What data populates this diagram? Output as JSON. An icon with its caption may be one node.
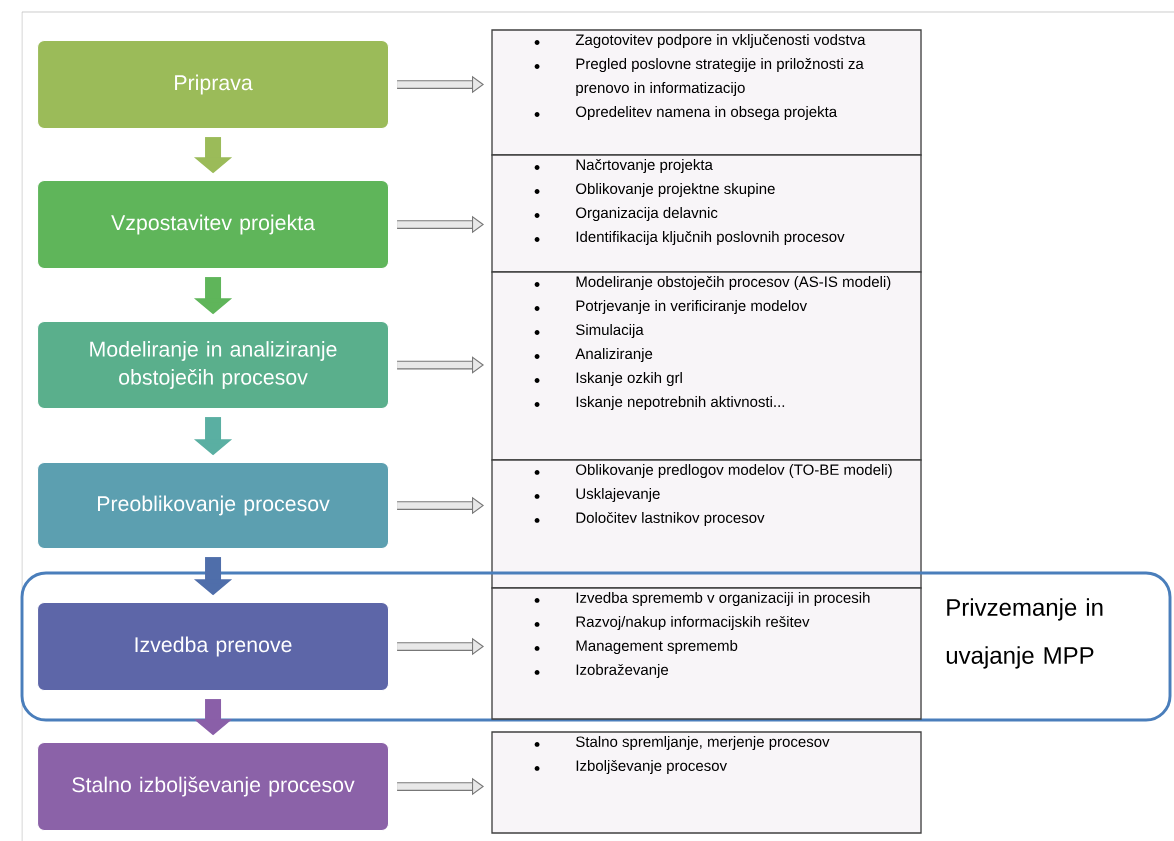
{
  "diagram": {
    "nodes": [
      {
        "text": [
          "Priprava"
        ]
      },
      {
        "text": [
          "Zagotovitev podpore in vključenosti vodstva",
          "Pregled poslovne strategije in priložnosti za prenovo in informatizacijo",
          "Opredelitev namena in obsega projekta"
        ]
      },
      {
        "text": [
          "Vzpostavitev projekta"
        ]
      },
      {
        "text": [
          "Načrtovanje projekta",
          "Oblikovanje projektne skupine",
          "Organizacija delavnic",
          "Identifikacija ključnih poslovnih procesov"
        ]
      },
      {
        "text": [
          "Modeliranje in analiziranje obstoječih procesov"
        ]
      },
      {
        "text": [
          "Modeliranje obstoječih procesov (AS-IS modeli)",
          "Potrjevanje in verificiranje modelov",
          "Simulacija",
          "Analiziranje",
          "Iskanje ozkih grl",
          "Iskanje nepotrebnih aktivnosti..."
        ]
      },
      {
        "text": [
          "Preoblikovanje procesov"
        ]
      },
      {
        "text": [
          "Oblikovanje predlogov modelov (TO-BE modeli)",
          "Usklajevanje",
          "Določitev lastnikov procesov"
        ]
      },
      {
        "text": [
          "Privzemanje in uvajanje MPP"
        ]
      },
      {
        "text": [
          "Izvedba prenove"
        ],
        "in": 8
      },
      {
        "text": [
          "Izvedba sprememb v organizaciji in procesih",
          "Razvoj/nakup informacijskih rešitev",
          "Management sprememb",
          "Izobraževanje"
        ],
        "in": 8
      },
      {
        "text": [
          "Stalno izboljševanje procesov"
        ]
      },
      {
        "text": [
          "Stalno spremljanje, merjenje procesov",
          "Izboljševanje procesov"
        ]
      }
    ],
    "edges": [
      {
        "from": 0,
        "to": 1,
        "arrow": "to"
      },
      {
        "from": 0,
        "to": 2,
        "arrow": "to",
        "style": "thick",
        "color": "#9bbb59"
      },
      {
        "from": 2,
        "to": 3,
        "arrow": "to"
      },
      {
        "from": 2,
        "to": 4,
        "arrow": "to",
        "style": "thick",
        "color": "#5fb55a"
      },
      {
        "from": 4,
        "to": 5,
        "arrow": "to"
      },
      {
        "from": 4,
        "to": 6,
        "arrow": "to",
        "style": "thick",
        "color": "#5aafa2"
      },
      {
        "from": 6,
        "to": 7,
        "arrow": "to"
      },
      {
        "from": 6,
        "to": 9,
        "arrow": "to",
        "style": "thick",
        "color": "#4f6eaa"
      },
      {
        "from": 9,
        "to": 10,
        "arrow": "to"
      },
      {
        "from": 9,
        "to": 11,
        "arrow": "to",
        "style": "thick",
        "color": "#8a5fa8"
      },
      {
        "from": 11,
        "to": 12,
        "arrow": "to"
      }
    ]
  }
}
